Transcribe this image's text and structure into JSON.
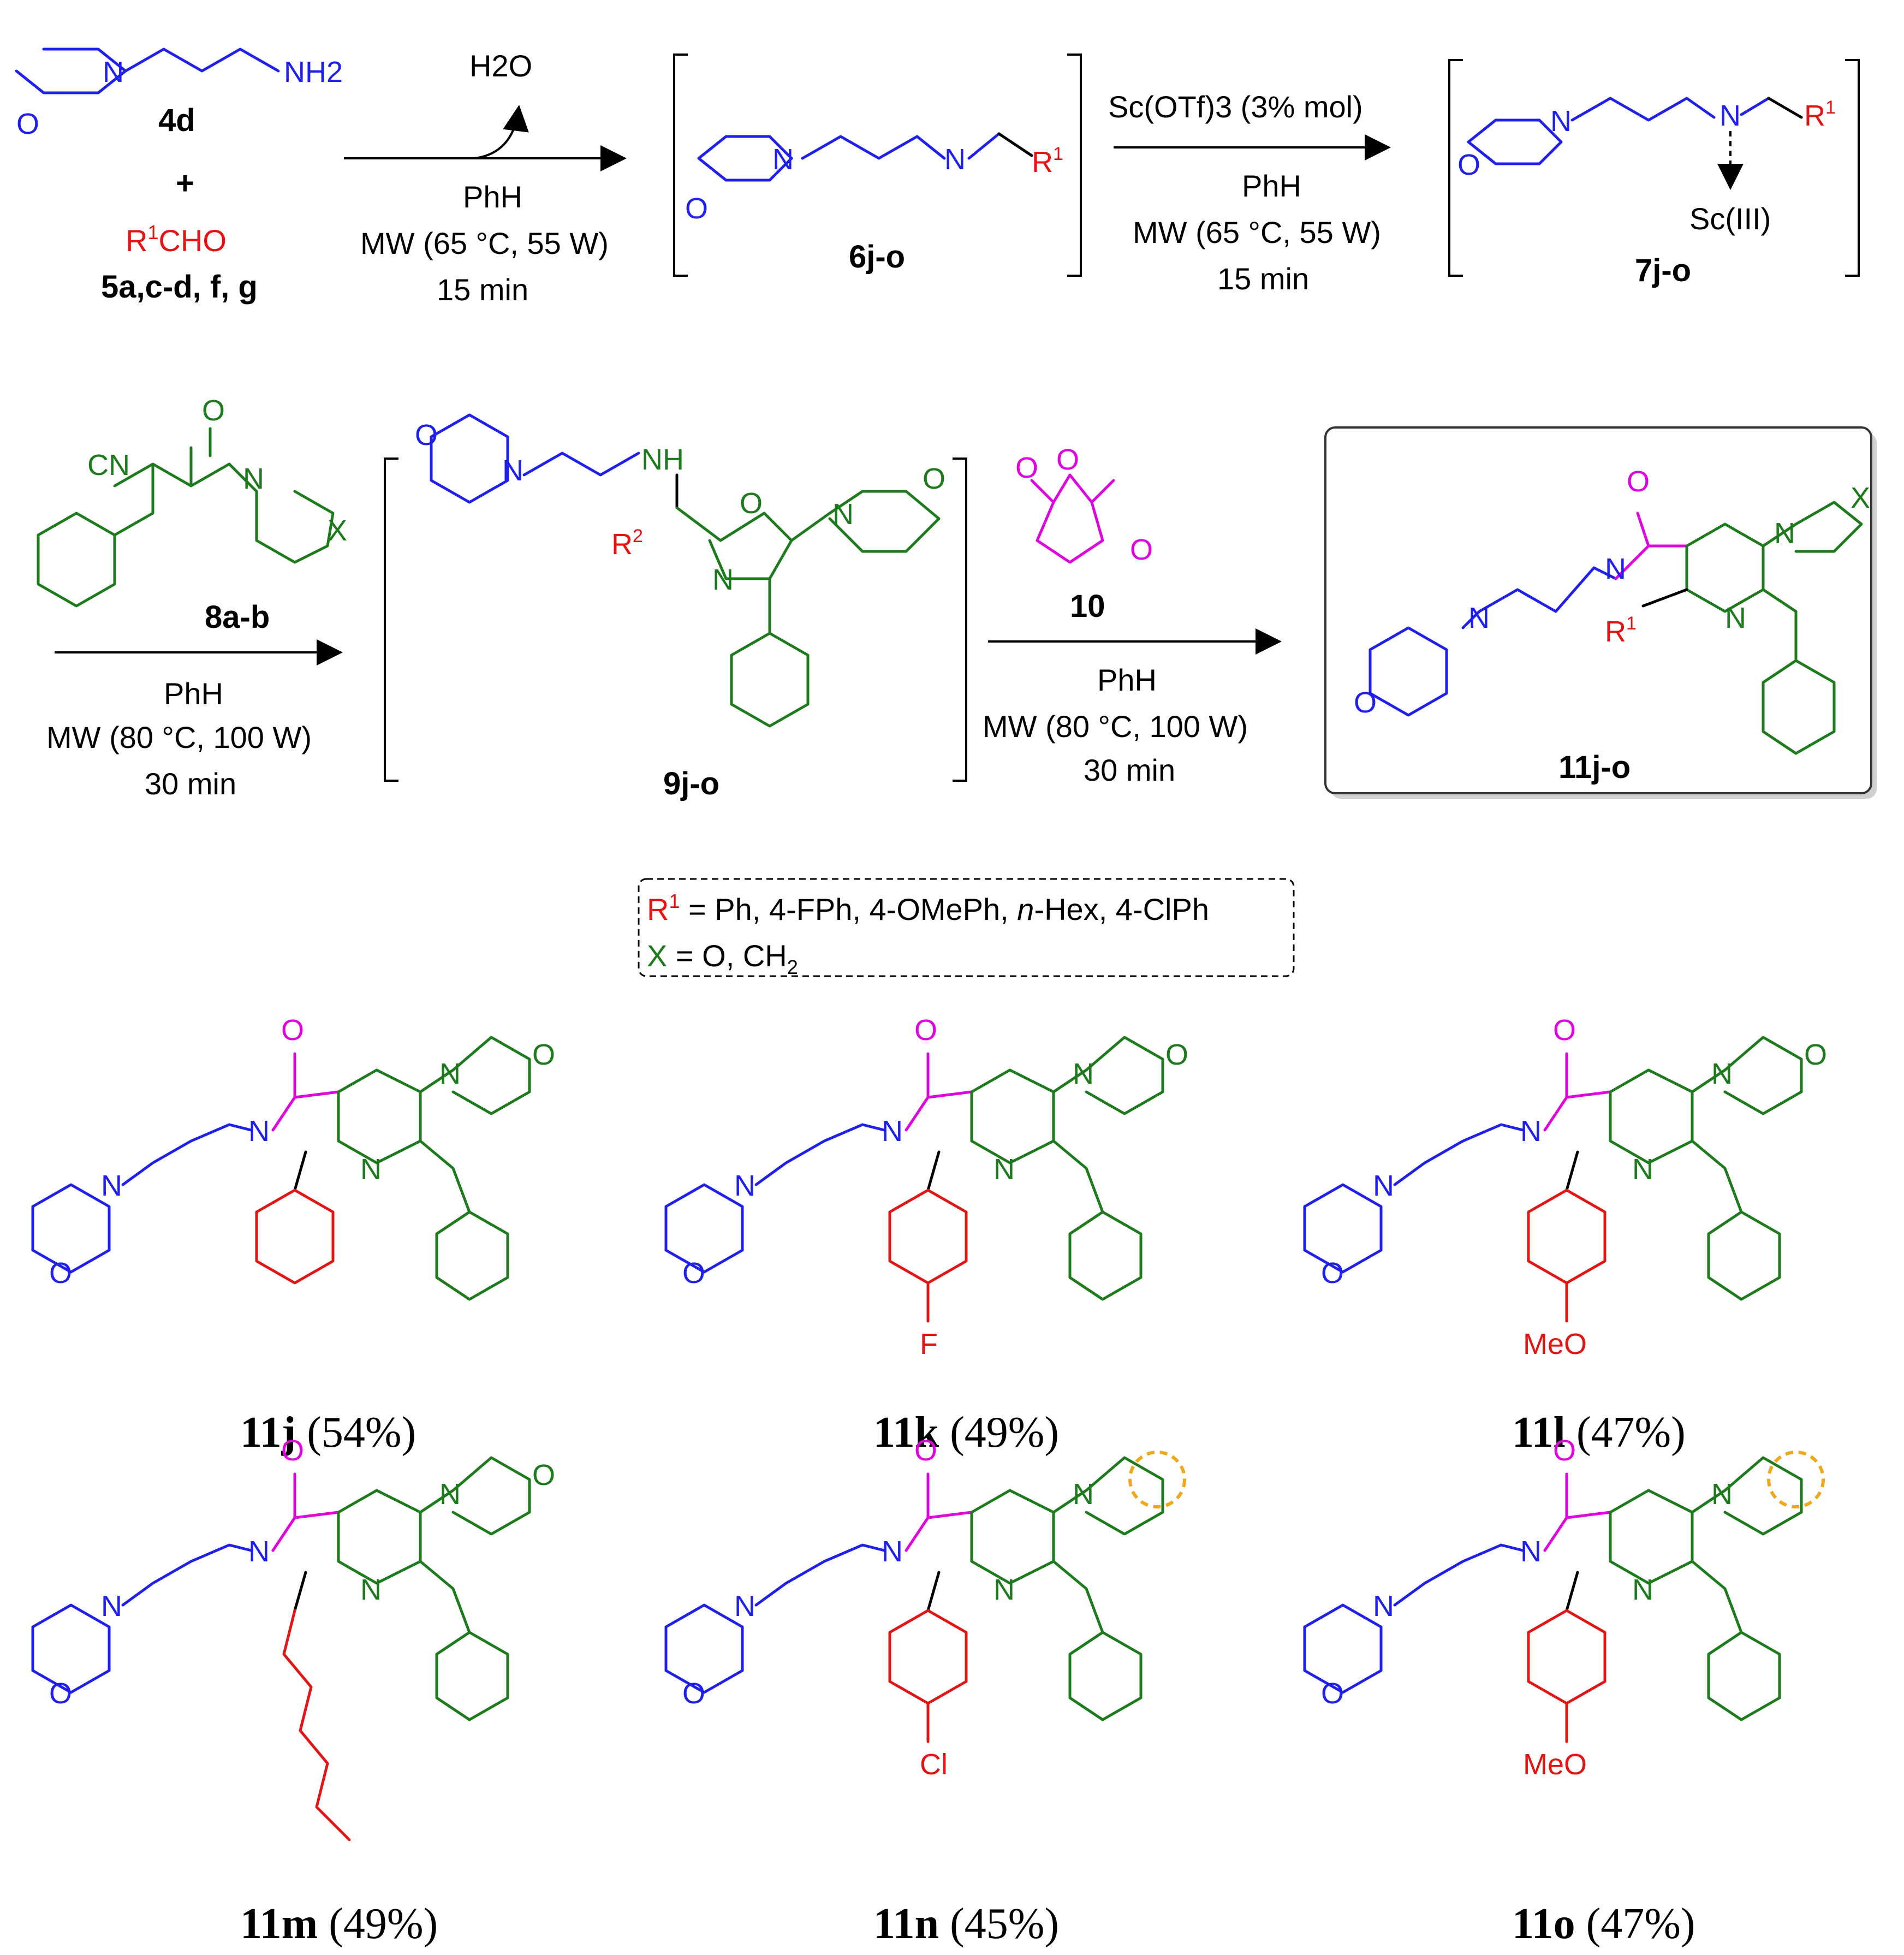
{
  "scheme": {
    "row1": {
      "reactant_amine": {
        "id": "4d",
        "nh2": "NH2",
        "plus": "+"
      },
      "reactant_aldehyde": {
        "formula_r": "R",
        "formula_sup": "1",
        "formula_rest": "CHO",
        "id": "5a,c-d, f, g"
      },
      "arrow1": {
        "byproduct": "H2O",
        "solvent": "PhH",
        "conditions": "MW (65 °C, 55 W)",
        "time": "15 min"
      },
      "intermediate_6": {
        "id": "6j-o"
      },
      "arrow2": {
        "catalyst": "Sc(OTf)3 (3% mol)",
        "solvent": "PhH",
        "conditions": "MW (65 °C, 55 W)",
        "time": "15 min"
      },
      "intermediate_7": {
        "id": "7j-o",
        "metal": "Sc(III)"
      }
    },
    "row2": {
      "reagent_8": {
        "id": "8a-b",
        "cn": "CN"
      },
      "arrow3": {
        "solvent": "PhH",
        "conditions": "MW (80 °C, 100 W)",
        "time": "30 min"
      },
      "intermediate_9": {
        "id": "9j-o",
        "nh": "NH"
      },
      "reagent_10": {
        "id": "10"
      },
      "arrow4": {
        "solvent": "PhH",
        "conditions": "MW (80 °C, 100 W)",
        "time": "30 min"
      },
      "product_11": {
        "id": "11j-o"
      }
    },
    "legend": {
      "r1_prefix": "R",
      "r1_sup": "1",
      "r1_values_a": " = Ph, 4-FPh, 4-OMePh, ",
      "r1_values_italic": "n",
      "r1_values_b": "-Hex, 4-ClPh",
      "x_prefix": "X",
      "x_values": " = O, CH"
    },
    "products": [
      {
        "label": "11j",
        "yield": "(54%)",
        "substituent": "Ph"
      },
      {
        "label": "11k",
        "yield": "(49%)",
        "substituent": "F"
      },
      {
        "label": "11l",
        "yield": "(47%)",
        "substituent": "MeO"
      },
      {
        "label": "11m",
        "yield": "(49%)",
        "substituent": "n-Hex"
      },
      {
        "label": "11n",
        "yield": "(45%)",
        "substituent": "Cl"
      },
      {
        "label": "11o",
        "yield": "(47%)",
        "substituent": "MeO"
      }
    ]
  },
  "colors": {
    "morpholine_chain": "#1f1ff0",
    "pyridine_part": "#1d7a1d",
    "lactam": "#e000e0",
    "r1": "#e51414",
    "highlight_circle": "#f0a818"
  }
}
